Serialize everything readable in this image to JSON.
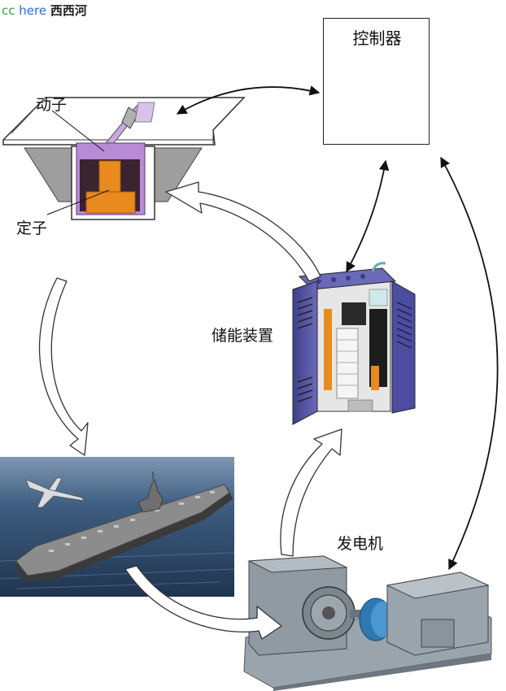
{
  "watermark": {
    "cc": "cc",
    "here": "here",
    "cn": "西西河"
  },
  "labels": {
    "controller": "控制器",
    "mover": "动子",
    "stator": "定子",
    "storage": "储能装置",
    "generator": "发电机"
  },
  "colors": {
    "mover_purple": "#b98ad6",
    "stator_orange": "#e88a1e",
    "cabinet_blue": "#5a5aa8",
    "sea": "#2f4a6a",
    "generator_gray": "#9aa4ad",
    "rotor_blue": "#2f78b0"
  }
}
